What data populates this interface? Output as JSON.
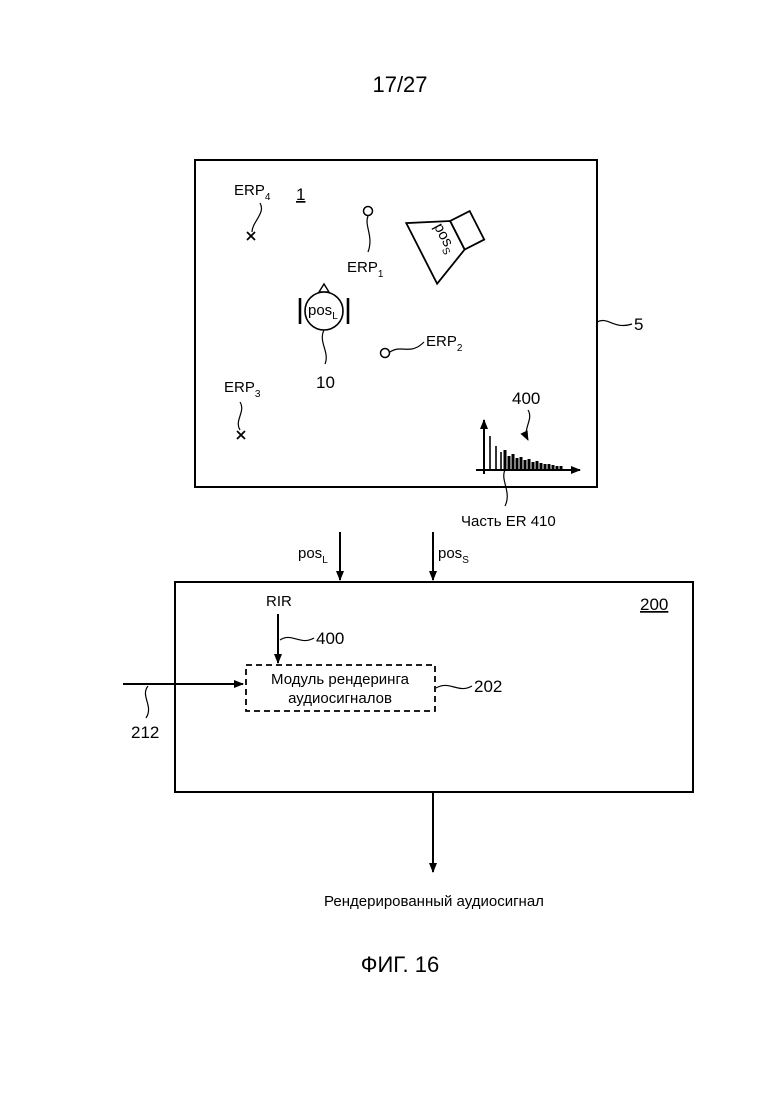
{
  "page_number": "17/27",
  "room": {
    "label_room": "1",
    "label_box": "5",
    "erp1": {
      "base": "ERP",
      "sub": "1"
    },
    "erp2": {
      "base": "ERP",
      "sub": "2"
    },
    "erp3": {
      "base": "ERP",
      "sub": "3"
    },
    "erp4": {
      "base": "ERP",
      "sub": "4"
    },
    "listener": {
      "base": "pos",
      "sub": "L",
      "ref": "10"
    },
    "source": {
      "base": "pos",
      "sub": "S"
    },
    "response_ref": "400",
    "er_part": "Часть ER 410"
  },
  "inputs": {
    "pos_l": {
      "base": "pos",
      "sub": "L"
    },
    "pos_s": {
      "base": "pos",
      "sub": "S"
    }
  },
  "renderer_box": {
    "ref": "200",
    "rir_label": "RIR",
    "rir_ref": "400",
    "module_line1": "Модуль рендеринга",
    "module_line2": "аудиосигналов",
    "module_ref": "202",
    "input_ref": "212"
  },
  "output_label": "Рендерированный аудиосигнал",
  "figure_caption": "ФИГ. 16"
}
